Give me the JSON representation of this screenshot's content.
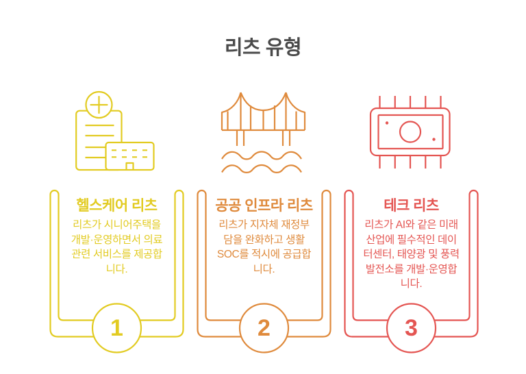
{
  "page": {
    "title": "리츠 유형"
  },
  "colors": {
    "heading": "#4a4a4a",
    "background": "#ffffff"
  },
  "cards": [
    {
      "number": "1",
      "title": "헬스케어 리츠",
      "body": "리츠가 시니어주택을\n개발·운영하면서 의료\n관련 서비스를 제공합\n니다.",
      "accent": "#e2cb21",
      "icon": "hospital-building-icon"
    },
    {
      "number": "2",
      "title": "공공 인프라 리츠",
      "body": "리츠가 지자체 재정부\n담을 완화하고 생활\nSOC를 적시에 공급합\n니다.",
      "accent": "#df8a3c",
      "icon": "suspension-bridge-icon"
    },
    {
      "number": "3",
      "title": "테크 리츠",
      "body": "리츠가 AI와 같은 미래\n산업에 필수적인 데이\n터센터, 태양광 및 풍력\n발전소를 개발·운영합\n니다.",
      "accent": "#e45552",
      "icon": "banknote-chip-icon"
    }
  ]
}
